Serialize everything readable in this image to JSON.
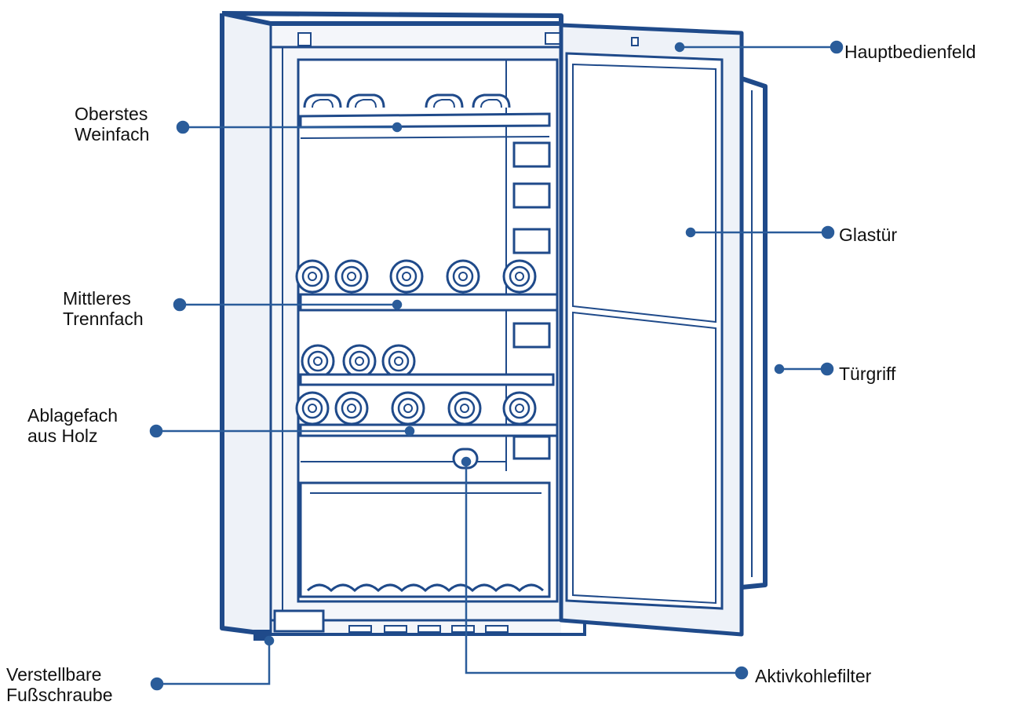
{
  "colors": {
    "outline": "#1f4a8a",
    "leader": "#2a5c9a",
    "fill": "#eef2f8",
    "text": "#111111"
  },
  "labels": {
    "hauptbedienfeld": "Hauptbedienfeld",
    "oberstes_line1": "Oberstes",
    "oberstes_line2": "Weinfach",
    "glastuer": "Glastür",
    "mittleres_line1": "Mittleres",
    "mittleres_line2": "Trennfach",
    "tuergriff": "Türgriff",
    "ablage_line1": "Ablagefach",
    "ablage_line2": "aus Holz",
    "verstellbare_line1": "Verstellbare",
    "verstellbare_line2": "Fußschraube",
    "aktivkohlefilter": "Aktivkohlefilter"
  }
}
